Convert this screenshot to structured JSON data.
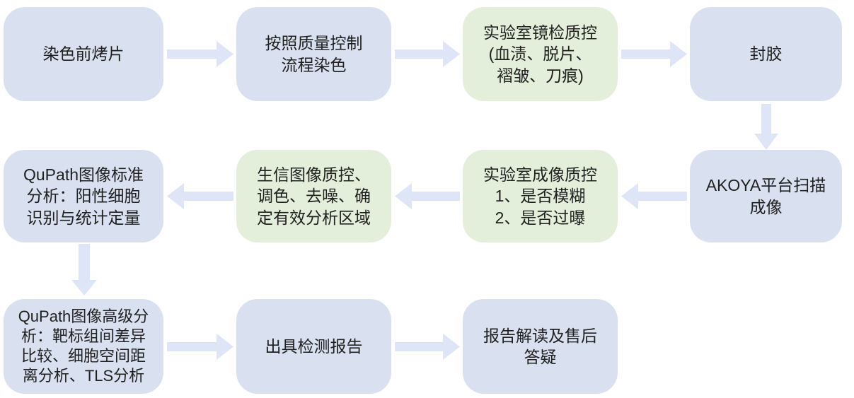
{
  "diagram": {
    "type": "flowchart",
    "colors": {
      "node_blue": "#d9e1f1",
      "node_green": "#e3efdb",
      "arrow": "#dde5f6",
      "text": "#202020",
      "background": "#ffffff"
    },
    "nodes": [
      {
        "id": "bake-slides",
        "type": "blue",
        "label": "染色前烤片"
      },
      {
        "id": "qc-staining",
        "type": "blue",
        "label": "按照质量控制\n流程染色"
      },
      {
        "id": "microscopy-qc",
        "type": "green",
        "label": "实验室镜检质控\n(血渍、脱片、\n褶皱、刀痕)"
      },
      {
        "id": "seal",
        "type": "blue",
        "label": "封胶"
      },
      {
        "id": "akoya-scan",
        "type": "blue",
        "label": "AKOYA平台扫描\n成像"
      },
      {
        "id": "imaging-qc",
        "type": "green",
        "label": "实验室成像质控\n1、是否模糊\n2、是否过曝"
      },
      {
        "id": "bioinfo-image-qc",
        "type": "green",
        "label": "生信图像质控、\n调色、去噪、确\n定有效分析区域"
      },
      {
        "id": "qupath-standard",
        "type": "blue",
        "label": "QuPath图像标准\n分析：阳性细胞\n识别与统计定量"
      },
      {
        "id": "qupath-advanced",
        "type": "blue",
        "label": "QuPath图像高级分\n析：靶标组间差异\n比较、细胞空间距\n离分析、TLS分析"
      },
      {
        "id": "issue-report",
        "type": "blue",
        "label": "出具检测报告"
      },
      {
        "id": "report-aftersale",
        "type": "blue",
        "label": "报告解读及售后\n答疑"
      }
    ],
    "edges": [
      {
        "from": "bake-slides",
        "to": "qc-staining",
        "direction": "right"
      },
      {
        "from": "qc-staining",
        "to": "microscopy-qc",
        "direction": "right"
      },
      {
        "from": "microscopy-qc",
        "to": "seal",
        "direction": "right"
      },
      {
        "from": "seal",
        "to": "akoya-scan",
        "direction": "down"
      },
      {
        "from": "akoya-scan",
        "to": "imaging-qc",
        "direction": "left"
      },
      {
        "from": "imaging-qc",
        "to": "bioinfo-image-qc",
        "direction": "left"
      },
      {
        "from": "bioinfo-image-qc",
        "to": "qupath-standard",
        "direction": "left"
      },
      {
        "from": "qupath-standard",
        "to": "qupath-advanced",
        "direction": "down"
      },
      {
        "from": "qupath-advanced",
        "to": "issue-report",
        "direction": "right"
      },
      {
        "from": "issue-report",
        "to": "report-aftersale",
        "direction": "right"
      }
    ]
  }
}
